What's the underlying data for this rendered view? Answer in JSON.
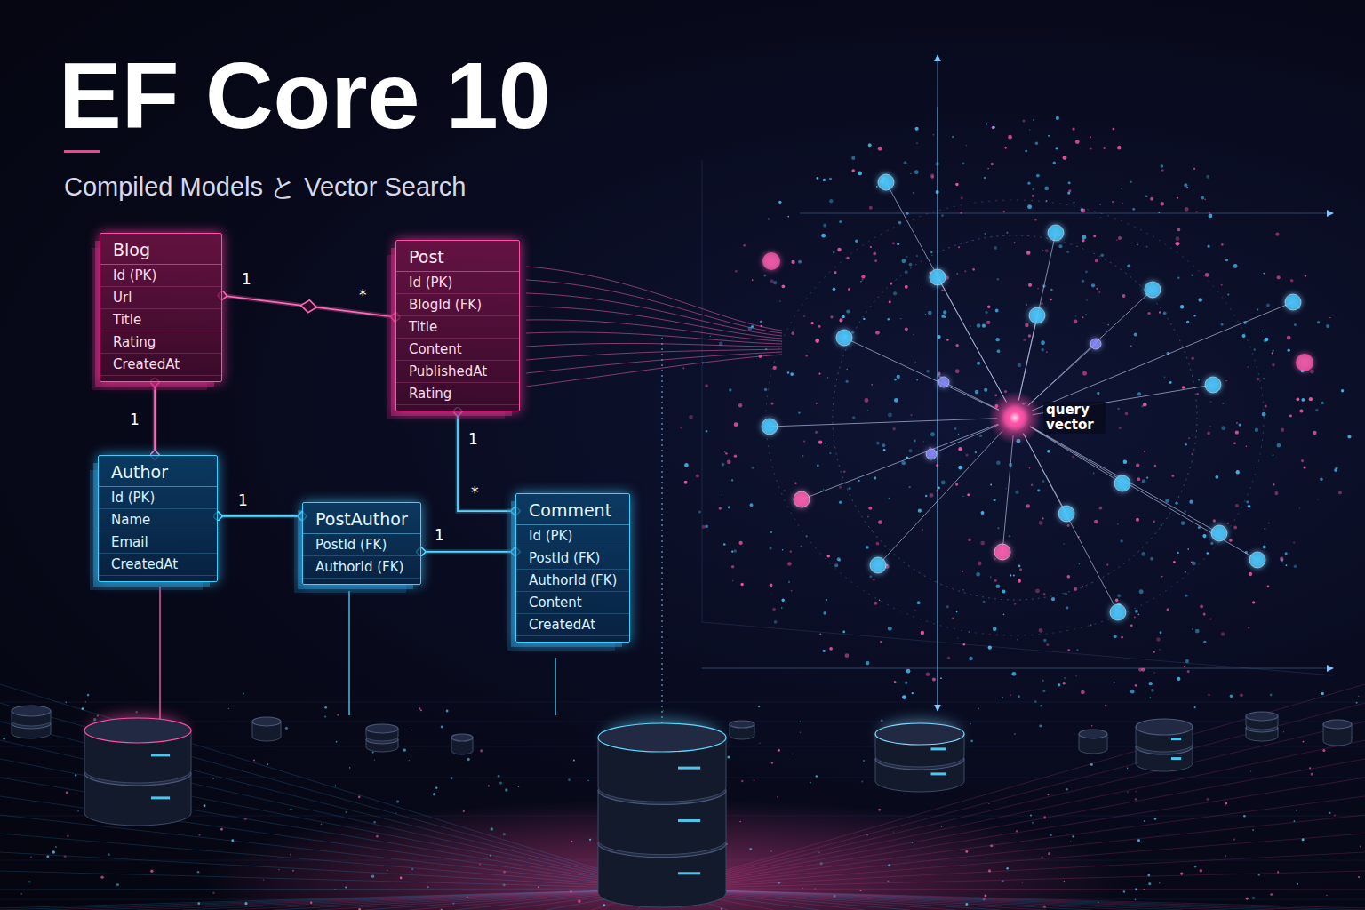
{
  "diagram": {
    "title": "EF Core 10",
    "caption": "Compiled Models と Vector Search",
    "nodes": [
      {
        "text": [
          "Blog",
          "Id (PK)",
          "Url",
          "Title",
          "Rating",
          "CreatedAt"
        ]
      },
      {
        "text": [
          "Post",
          "Id (PK)",
          "BlogId (FK)",
          "Title",
          "Content",
          "PublishedAt",
          "Rating"
        ]
      },
      {
        "text": [
          "Author",
          "Id (PK)",
          "Name",
          "Email",
          "CreatedAt"
        ]
      },
      {
        "text": [
          "PostAuthor",
          "PostId (FK)",
          "AuthorId (FK)"
        ]
      },
      {
        "text": [
          "Comment",
          "Id (PK)",
          "PostId (FK)",
          "AuthorId (FK)",
          "Content",
          "CreatedAt"
        ]
      }
    ],
    "edges": [
      {
        "from": 0,
        "to": 1,
        "arrow": "none"
      },
      {
        "from": 0,
        "to": 2,
        "arrow": "none"
      },
      {
        "from": 1,
        "to": 4,
        "arrow": "none"
      },
      {
        "from": 2,
        "to": 3,
        "arrow": "none"
      },
      {
        "from": 3,
        "to": 4,
        "arrow": "none"
      }
    ],
    "labels": [
      "1",
      "*",
      "1",
      "1",
      "*",
      "1",
      "1",
      "query vector"
    ]
  }
}
